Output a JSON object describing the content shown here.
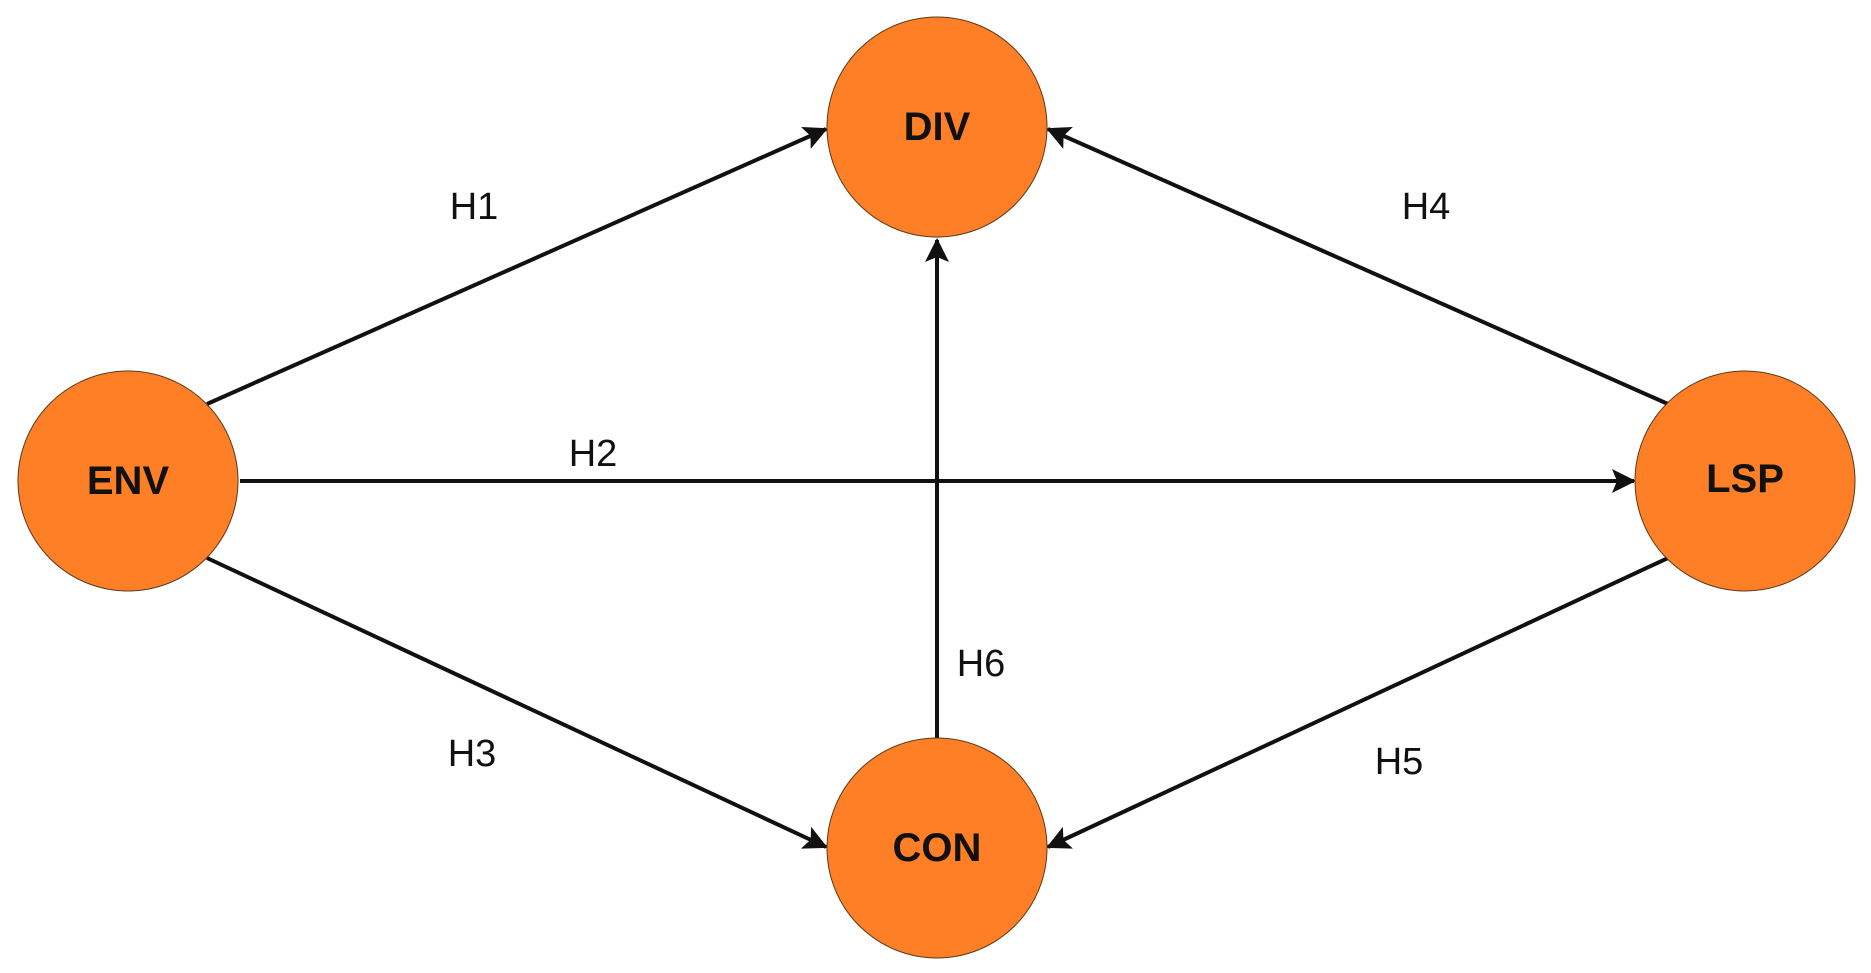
{
  "colors": {
    "node_fill": "#FF7F27",
    "edge": "#111111"
  },
  "nodes": [
    {
      "id": "env",
      "label": "ENV"
    },
    {
      "id": "div",
      "label": "DIV"
    },
    {
      "id": "lsp",
      "label": "LSP"
    },
    {
      "id": "con",
      "label": "CON"
    }
  ],
  "edges": [
    {
      "id": "h1",
      "from": "env",
      "to": "div",
      "label": "H1"
    },
    {
      "id": "h2",
      "from": "env",
      "to": "lsp",
      "label": "H2"
    },
    {
      "id": "h3",
      "from": "env",
      "to": "con",
      "label": "H3"
    },
    {
      "id": "h4",
      "from": "lsp",
      "to": "div",
      "label": "H4"
    },
    {
      "id": "h5",
      "from": "lsp",
      "to": "con",
      "label": "H5"
    },
    {
      "id": "h6",
      "from": "con",
      "to": "div",
      "label": "H6"
    }
  ]
}
